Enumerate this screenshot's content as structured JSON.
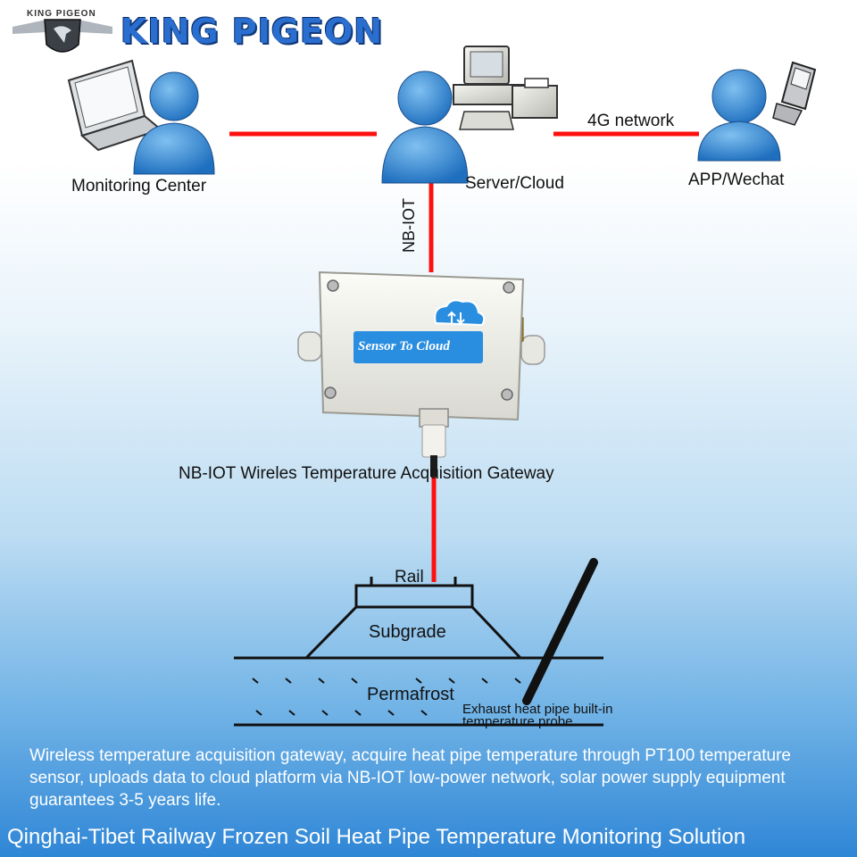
{
  "brand": {
    "small_name": "KING PIGEON",
    "name": "KING PIGEON"
  },
  "nodes": {
    "monitoring_center": "Monitoring Center",
    "server_cloud": "Server/Cloud",
    "app_wechat": "APP/Wechat"
  },
  "links": {
    "network_4g": "4G network",
    "nb_iot": "NB-IOT"
  },
  "device": {
    "label": "Sensor To Cloud",
    "caption": "NB-IOT Wireles Temperature  Acquisition Gateway"
  },
  "ground": {
    "rail": "Rail",
    "subgrade": "Subgrade",
    "permafrost": "Permafrost",
    "probe": "Exhaust heat pipe built-in temperature probe"
  },
  "description": "Wireless temperature acquisition gateway, acquire heat pipe temperature through PT100 temperature sensor, uploads data to cloud platform via NB-IOT low-power network, solar power supply equipment guarantees 3-5 years life.",
  "footer_title": "Qinghai-Tibet Railway Frozen Soil Heat Pipe Temperature Monitoring Solution",
  "colors": {
    "link_line": "#ff1010",
    "brand_blue": "#2a6fd0",
    "person_blue": "#3a8fd8",
    "device_body": "#efefea",
    "device_label": "#2a8ee0"
  }
}
